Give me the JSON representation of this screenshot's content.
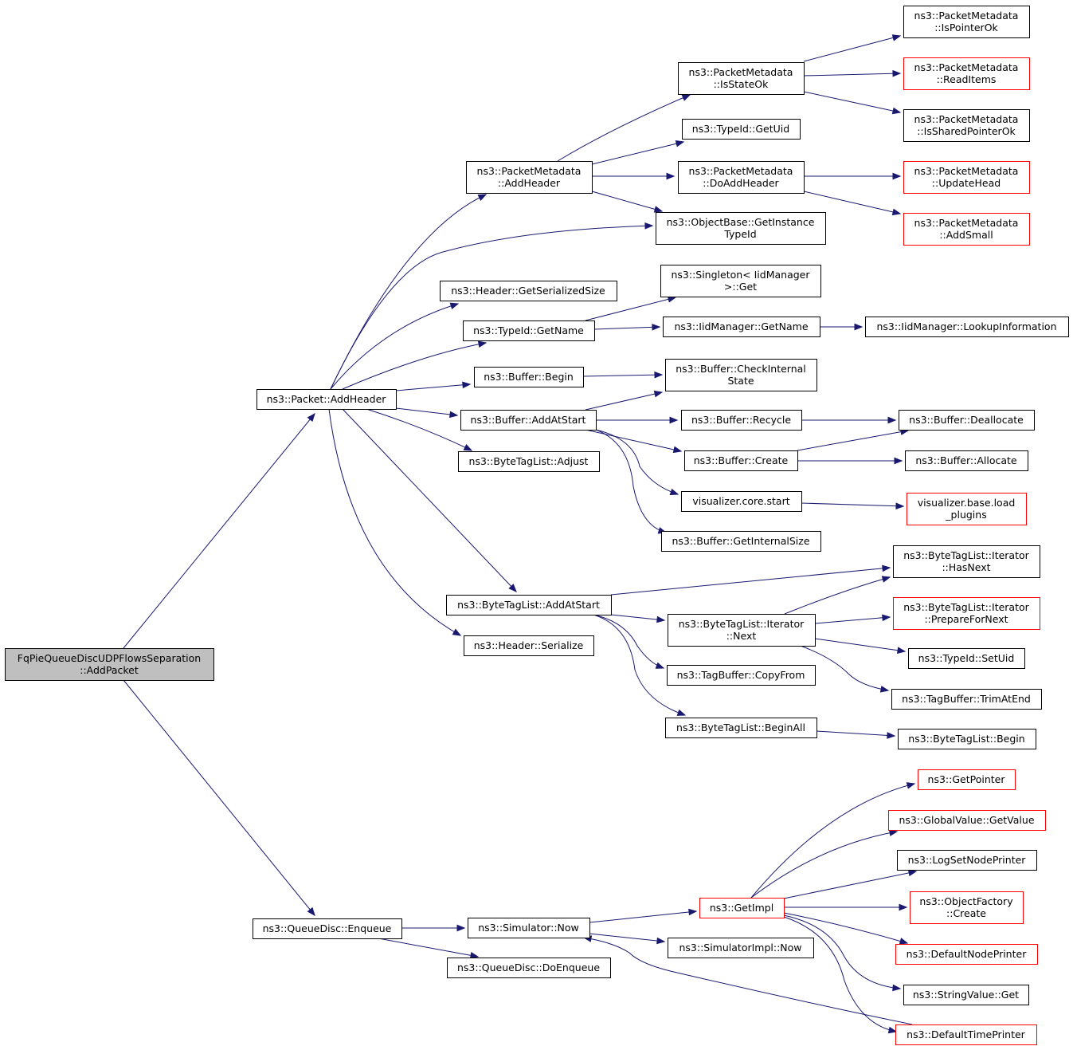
{
  "colors": {
    "edge": "#191970",
    "node_border": "#000000",
    "node_border_truncated": "#ff0000",
    "root_fill": "#bfbfbf",
    "node_fill": "#ffffff"
  },
  "nodes": [
    {
      "id": "root",
      "lines": [
        "FqPieQueueDiscUDPFlowsSeparation",
        "::AddPacket"
      ],
      "style": "root"
    },
    {
      "id": "packet_addheader",
      "lines": [
        "ns3::Packet::AddHeader"
      ],
      "style": "normal"
    },
    {
      "id": "queuedisc_enqueue",
      "lines": [
        "ns3::QueueDisc::Enqueue"
      ],
      "style": "normal"
    },
    {
      "id": "pm_addheader",
      "lines": [
        "ns3::PacketMetadata",
        "::AddHeader"
      ],
      "style": "normal"
    },
    {
      "id": "objectbase_gitid",
      "lines": [
        "ns3::ObjectBase::GetInstance",
        "TypeId"
      ],
      "style": "normal"
    },
    {
      "id": "header_gss",
      "lines": [
        "ns3::Header::GetSerializedSize"
      ],
      "style": "normal"
    },
    {
      "id": "typeid_getname",
      "lines": [
        "ns3::TypeId::GetName"
      ],
      "style": "normal"
    },
    {
      "id": "buffer_begin",
      "lines": [
        "ns3::Buffer::Begin"
      ],
      "style": "normal"
    },
    {
      "id": "buffer_addatstart",
      "lines": [
        "ns3::Buffer::AddAtStart"
      ],
      "style": "normal"
    },
    {
      "id": "btl_adjust",
      "lines": [
        "ns3::ByteTagList::Adjust"
      ],
      "style": "normal"
    },
    {
      "id": "btl_addatstart",
      "lines": [
        "ns3::ByteTagList::AddAtStart"
      ],
      "style": "normal"
    },
    {
      "id": "header_serialize",
      "lines": [
        "ns3::Header::Serialize"
      ],
      "style": "normal"
    },
    {
      "id": "pm_isstateok",
      "lines": [
        "ns3::PacketMetadata",
        "::IsStateOk"
      ],
      "style": "normal"
    },
    {
      "id": "typeid_getuid",
      "lines": [
        "ns3::TypeId::GetUid"
      ],
      "style": "normal"
    },
    {
      "id": "pm_doaddheader",
      "lines": [
        "ns3::PacketMetadata",
        "::DoAddHeader"
      ],
      "style": "normal"
    },
    {
      "id": "singleton_get",
      "lines": [
        "ns3::Singleton< IidManager",
        " >::Get"
      ],
      "style": "normal"
    },
    {
      "id": "iid_getname",
      "lines": [
        "ns3::IidManager::GetName"
      ],
      "style": "normal"
    },
    {
      "id": "buffer_cis",
      "lines": [
        "ns3::Buffer::CheckInternal",
        "State"
      ],
      "style": "normal"
    },
    {
      "id": "buffer_recycle",
      "lines": [
        "ns3::Buffer::Recycle"
      ],
      "style": "normal"
    },
    {
      "id": "buffer_create",
      "lines": [
        "ns3::Buffer::Create"
      ],
      "style": "normal"
    },
    {
      "id": "viz_core_start",
      "lines": [
        "visualizer.core.start"
      ],
      "style": "normal"
    },
    {
      "id": "buffer_gis",
      "lines": [
        "ns3::Buffer::GetInternalSize"
      ],
      "style": "normal"
    },
    {
      "id": "btli_next",
      "lines": [
        "ns3::ByteTagList::Iterator",
        "::Next"
      ],
      "style": "normal"
    },
    {
      "id": "tagbuffer_copyfrom",
      "lines": [
        "ns3::TagBuffer::CopyFrom"
      ],
      "style": "normal"
    },
    {
      "id": "btl_beginall",
      "lines": [
        "ns3::ByteTagList::BeginAll"
      ],
      "style": "normal"
    },
    {
      "id": "pm_ispointerok",
      "lines": [
        "ns3::PacketMetadata",
        "::IsPointerOk"
      ],
      "style": "normal"
    },
    {
      "id": "pm_readitems",
      "lines": [
        "ns3::PacketMetadata",
        "::ReadItems"
      ],
      "style": "truncated"
    },
    {
      "id": "pm_issharedpointerok",
      "lines": [
        "ns3::PacketMetadata",
        "::IsSharedPointerOk"
      ],
      "style": "normal"
    },
    {
      "id": "pm_updatehead",
      "lines": [
        "ns3::PacketMetadata",
        "::UpdateHead"
      ],
      "style": "truncated"
    },
    {
      "id": "pm_addsmall",
      "lines": [
        "ns3::PacketMetadata",
        "::AddSmall"
      ],
      "style": "truncated"
    },
    {
      "id": "iid_lookupinfo",
      "lines": [
        "ns3::IidManager::LookupInformation"
      ],
      "style": "normal"
    },
    {
      "id": "buffer_deallocate",
      "lines": [
        "ns3::Buffer::Deallocate"
      ],
      "style": "normal"
    },
    {
      "id": "buffer_allocate",
      "lines": [
        "ns3::Buffer::Allocate"
      ],
      "style": "normal"
    },
    {
      "id": "viz_base_loadplugins",
      "lines": [
        "visualizer.base.load",
        "_plugins"
      ],
      "style": "truncated"
    },
    {
      "id": "btli_hasnext",
      "lines": [
        "ns3::ByteTagList::Iterator",
        "::HasNext"
      ],
      "style": "normal"
    },
    {
      "id": "btli_preparefornext",
      "lines": [
        "ns3::ByteTagList::Iterator",
        "::PrepareForNext"
      ],
      "style": "truncated"
    },
    {
      "id": "typeid_setuid",
      "lines": [
        "ns3::TypeId::SetUid"
      ],
      "style": "normal"
    },
    {
      "id": "tagbuffer_trimatend",
      "lines": [
        "ns3::TagBuffer::TrimAtEnd"
      ],
      "style": "normal"
    },
    {
      "id": "btl_begin",
      "lines": [
        "ns3::ByteTagList::Begin"
      ],
      "style": "normal"
    },
    {
      "id": "simulator_now",
      "lines": [
        "ns3::Simulator::Now"
      ],
      "style": "normal"
    },
    {
      "id": "queuedisc_doenqueue",
      "lines": [
        "ns3::QueueDisc::DoEnqueue"
      ],
      "style": "normal"
    },
    {
      "id": "getimpl",
      "lines": [
        "ns3::GetImpl"
      ],
      "style": "truncated"
    },
    {
      "id": "simulatorimpl_now",
      "lines": [
        "ns3::SimulatorImpl::Now"
      ],
      "style": "normal"
    },
    {
      "id": "getpointer",
      "lines": [
        "ns3::GetPointer"
      ],
      "style": "truncated"
    },
    {
      "id": "globalvalue_getvalue",
      "lines": [
        "ns3::GlobalValue::GetValue"
      ],
      "style": "truncated"
    },
    {
      "id": "logsetnodeprinter",
      "lines": [
        "ns3::LogSetNodePrinter"
      ],
      "style": "normal"
    },
    {
      "id": "objectfactory_create",
      "lines": [
        "ns3::ObjectFactory",
        "::Create"
      ],
      "style": "truncated"
    },
    {
      "id": "defaultnodeprinter",
      "lines": [
        "ns3::DefaultNodePrinter"
      ],
      "style": "truncated"
    },
    {
      "id": "stringvalue_get",
      "lines": [
        "ns3::StringValue::Get"
      ],
      "style": "normal"
    },
    {
      "id": "defaulttimeprinter",
      "lines": [
        "ns3::DefaultTimePrinter"
      ],
      "style": "truncated"
    }
  ]
}
